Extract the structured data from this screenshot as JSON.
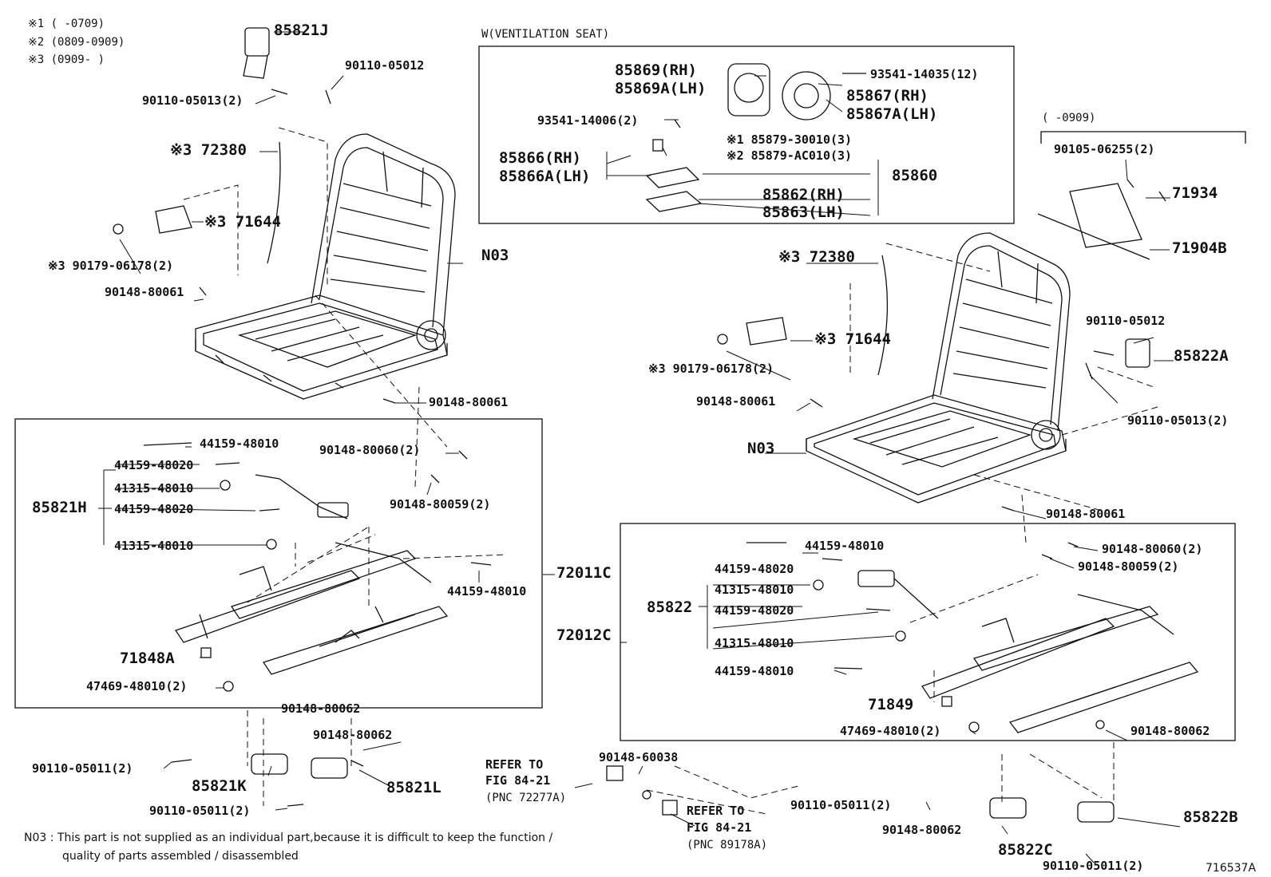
{
  "legend": {
    "l1": "※1 (    -0709)",
    "l2": "※2 (0809-0909)",
    "l3": "※3 (0909-    )"
  },
  "vent": {
    "title": "W(VENTILATION SEAT)"
  },
  "range0909": "(    -0909)",
  "labels": {
    "p85821J": "85821J",
    "p90110_05012_a": "90110-05012",
    "p90110_05013_a": "90110-05013(2)",
    "p72380_a": "※3 72380",
    "p71644_a": "※3 71644",
    "p90179_a": "※3 90179-06178(2)",
    "pN03_a": "N03",
    "p90148_80061_a": "90148-80061",
    "p90148_80061_b": "90148-80061",
    "p90148_80060_a": "90148-80060(2)",
    "p90148_80059_a": "90148-80059(2)",
    "p44159_48010_a": "44159-48010",
    "p44159_48020_a": "44159-48020",
    "p41315_48010_a": "41315-48010",
    "p85821H": "85821H",
    "p44159_48020_b": "44159-48020",
    "p41315_48010_b": "41315-48010",
    "p44159_48010_b": "44159-48010",
    "p72011C": "72011C",
    "p72012C": "72012C",
    "p71848A": "71848A",
    "p47469_a": "47469-48010(2)",
    "p90148_80062_a": "90148-80062",
    "p90148_80062_b": "90148-80062",
    "p90110_05011_a": "90110-05011(2)",
    "p85821K": "85821K",
    "p85821L": "85821L",
    "p90110_05011_b": "90110-05011(2)",
    "p85869": "85869(RH)",
    "p85869A": "85869A(LH)",
    "p93541_14035": "93541-14035(12)",
    "p85867": "85867(RH)",
    "p85867A": "85867A(LH)",
    "p93541_14006": "93541-14006(2)",
    "p85879_30010": "※1 85879-30010(3)",
    "p85879_AC010": "※2 85879-AC010(3)",
    "p85866": "85866(RH)",
    "p85866A": "85866A(LH)",
    "p85860": "85860",
    "p85862": "85862(RH)",
    "p85863": "85863(LH)",
    "p90105": "90105-06255(2)",
    "p71934": "71934",
    "p71904B": "71904B",
    "p72380_b": "※3 72380",
    "p71644_b": "※3 71644",
    "p90179_b": "※3 90179-06178(2)",
    "p90110_05012_b": "90110-05012",
    "p85822A": "85822A",
    "p90110_05013_b": "90110-05013(2)",
    "p90148_80061_c": "90148-80061",
    "pN03_b": "N03",
    "p90148_80061_d": "90148-80061",
    "p90148_80060_b": "90148-80060(2)",
    "p90148_80059_b": "90148-80059(2)",
    "p44159_48010_c": "44159-48010",
    "p44159_48020_c": "44159-48020",
    "p41315_48010_c": "41315-48010",
    "p85822": "85822",
    "p44159_48020_d": "44159-48020",
    "p41315_48010_d": "41315-48010",
    "p44159_48010_d": "44159-48010",
    "p71849": "71849",
    "p47469_b": "47469-48010(2)",
    "p90148_80062_c": "90148-80062",
    "p90148_60038": "90148-60038",
    "p90110_05011_c": "90110-05011(2)",
    "p90148_80062_d": "90148-80062",
    "p85822C": "85822C",
    "p85822B": "85822B",
    "p90110_05011_d": "90110-05011(2)"
  },
  "refers": {
    "r1_l1": "REFER TO",
    "r1_l2": "FIG 84-21",
    "r1_l3": "(PNC 72277A)",
    "r2_l1": "REFER TO",
    "r2_l2": "FIG 84-21",
    "r2_l3": "(PNC 89178A)"
  },
  "footnote": {
    "line1": "N03 : This part is not supplied as an individual part,because it is difficult to keep the function /",
    "line2": "quality of parts assembled / disassembled"
  },
  "figure_id": "716537A"
}
